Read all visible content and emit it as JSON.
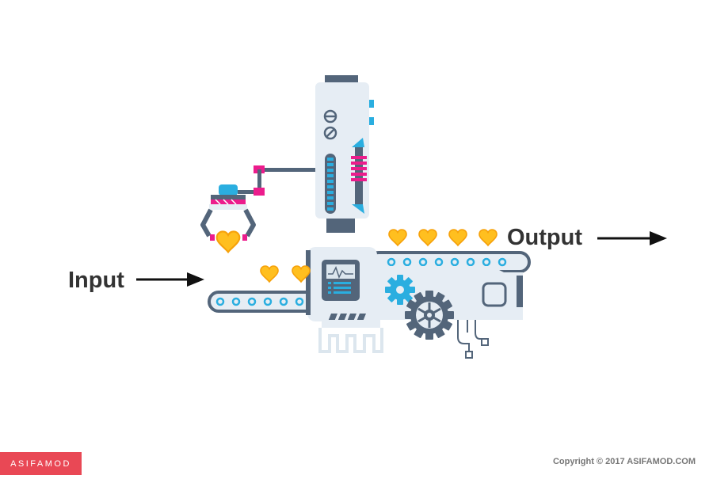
{
  "diagram": {
    "input_label": "Input",
    "output_label": "Output"
  },
  "footer": {
    "brand": "ASIFAMOD",
    "copyright": "Copyright  ©  2017 ASIFAMOD.COM"
  },
  "colors": {
    "machine_body": "#e6edf4",
    "machine_dark": "#53657a",
    "accent_blue": "#2aaee0",
    "accent_pink": "#ec1c8c",
    "heart": "#ffbf1f",
    "heart_outline": "#f6a10a",
    "brand_red": "#e94855",
    "text": "#333333"
  }
}
